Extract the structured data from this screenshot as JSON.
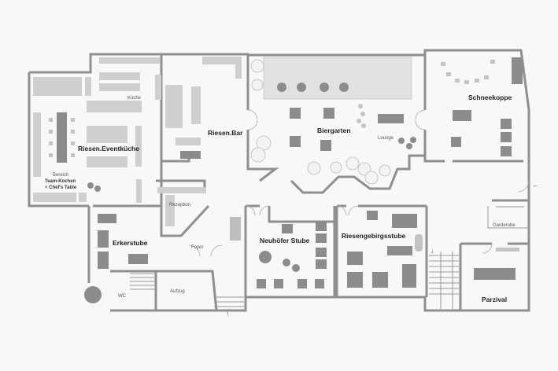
{
  "title": "Floor plan",
  "rooms": {
    "eventkueche": "Riesen.Eventküche",
    "kueche": "Küche",
    "bereich_1": "Bereich",
    "bereich_2": "Team-Kochen",
    "bereich_3": "+ Chef's Table",
    "bar": "Riesen.Bar",
    "biergarten": "Biergarten",
    "lounge": "Lounge",
    "schneekoppe": "Schneekoppe",
    "rezeption": "Rezeption",
    "foyer": "Foyer",
    "erkerstube": "Erkerstube",
    "neuhoefer": "Neuhöfer Stube",
    "riesengebirgsstube": "Riesengebirgsstube",
    "garderobe": "Garderobe",
    "aufzug": "Aufzug",
    "wc": "WC",
    "parzival": "Parzival"
  },
  "colors": {
    "wall": "#8f8f8f",
    "furniture": "#cfcfcf",
    "table": "#8c8c8c",
    "terrace": "#e2e2e2"
  }
}
